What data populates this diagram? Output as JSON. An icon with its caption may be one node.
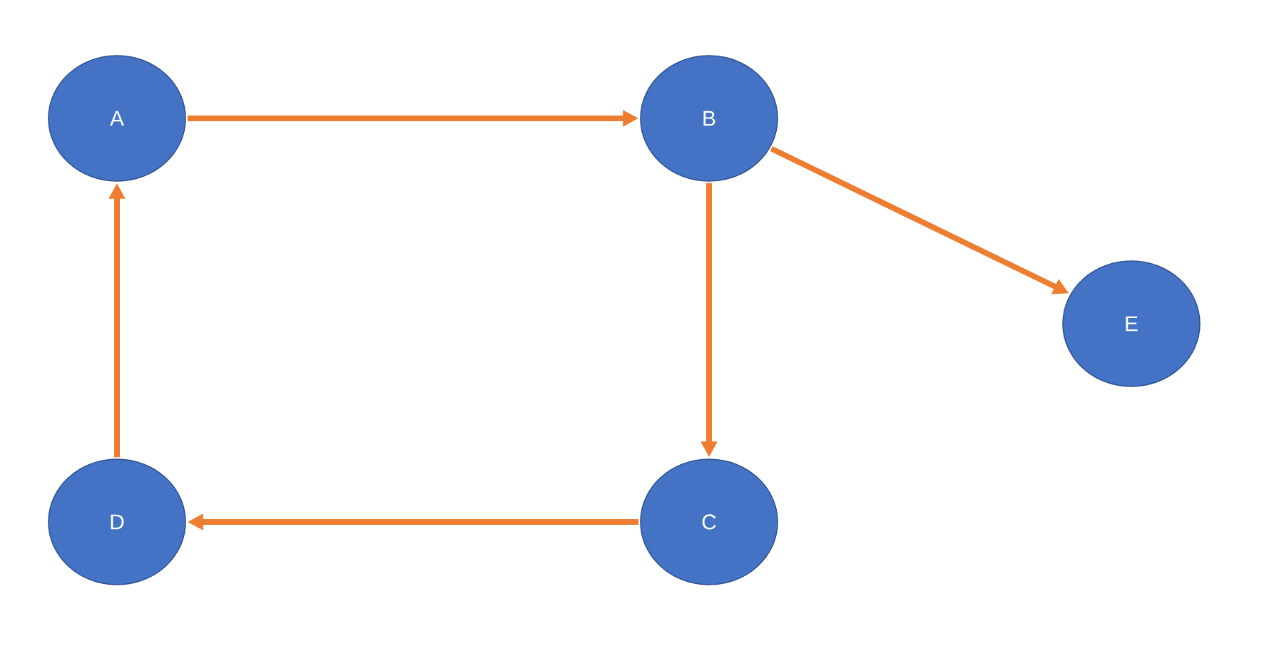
{
  "diagram": {
    "nodes": [
      {
        "text": [
          "A"
        ]
      },
      {
        "text": [
          "B"
        ]
      },
      {
        "text": [
          "E"
        ]
      },
      {
        "text": [
          "D"
        ]
      },
      {
        "text": [
          "C"
        ]
      }
    ],
    "edges": [
      {
        "from": 0,
        "to": 1,
        "arrow": "to"
      },
      {
        "from": 1,
        "to": 4,
        "arrow": "to"
      },
      {
        "from": 1,
        "to": 2,
        "arrow": "to"
      },
      {
        "from": 4,
        "to": 3,
        "arrow": "to"
      },
      {
        "from": 3,
        "to": 0,
        "arrow": "to"
      }
    ]
  }
}
